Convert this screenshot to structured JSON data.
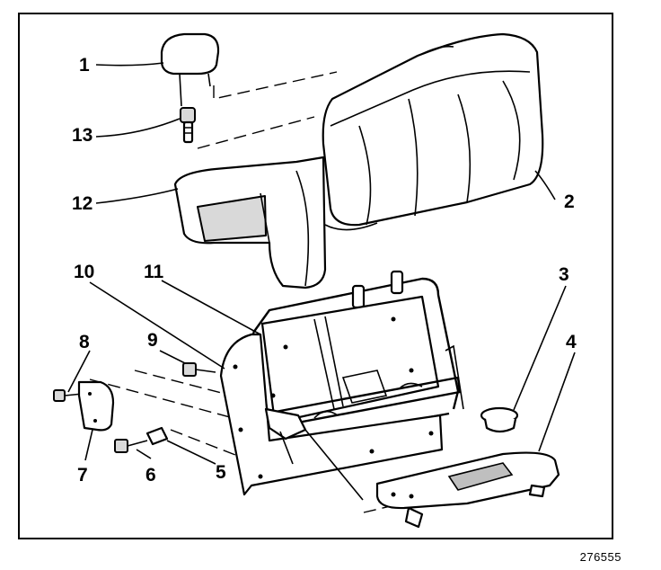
{
  "callouts": [
    "1",
    "2",
    "3",
    "4",
    "5",
    "6",
    "7",
    "8",
    "9",
    "10",
    "11",
    "12",
    "13"
  ],
  "figure_id": "276555"
}
